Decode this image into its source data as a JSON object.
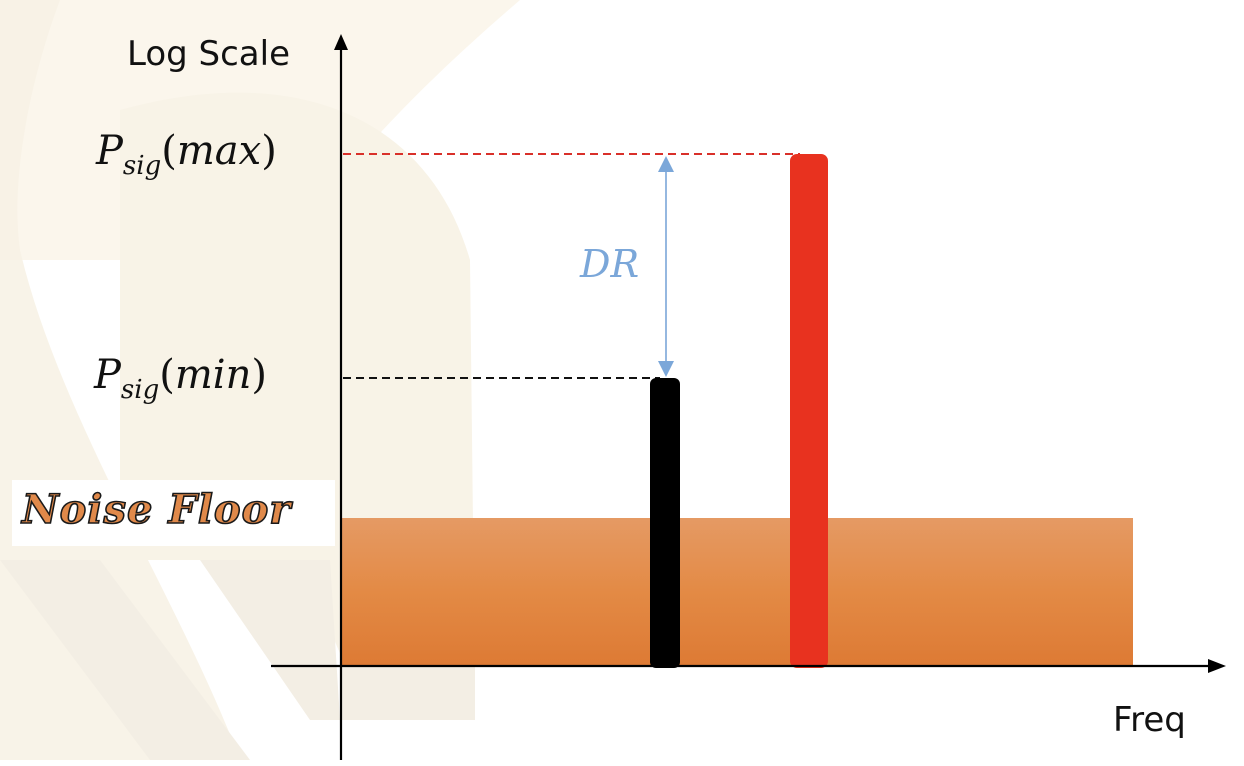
{
  "diagram": {
    "y_axis_label": "Log Scale",
    "x_axis_label": "Freq",
    "levels": {
      "max": {
        "symbol": "P",
        "subscript": "sig",
        "arg": "max"
      },
      "min": {
        "symbol": "P",
        "subscript": "sig",
        "arg": "min"
      }
    },
    "dynamic_range_label": "DR",
    "noise_floor_label": "Noise Floor",
    "colors": {
      "signal_max": "#e8321f",
      "signal_min": "#000000",
      "noise_floor_top": "#e59a64",
      "noise_floor_bottom": "#de7a35",
      "dr_arrow": "#7ba7d9",
      "max_dashed_line": "#d9302a",
      "min_dashed_line": "#111111"
    }
  },
  "chart_data": {
    "type": "bar",
    "title": "",
    "xlabel": "Freq",
    "ylabel": "Log Scale",
    "categories": [
      "P_sig(min)",
      "P_sig(max)"
    ],
    "values": [
      0.56,
      1.0
    ],
    "noise_floor": 0.29,
    "annotations": [
      "DR (between P_sig(min) and P_sig(max))",
      "Noise Floor"
    ],
    "grid": false,
    "legend": "none"
  }
}
